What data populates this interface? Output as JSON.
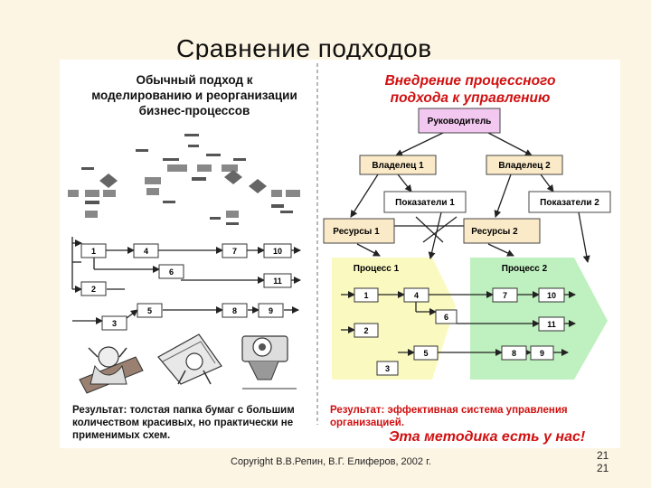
{
  "title": "Сравнение подходов",
  "left": {
    "heading_lines": [
      "Обычный подход к",
      "моделированию и реорганизации",
      "бизнес-процессов"
    ],
    "steps": [
      "1",
      "4",
      "7",
      "10",
      "6",
      "11",
      "2",
      "5",
      "8",
      "9",
      "3"
    ],
    "result_lines": [
      "Результат: толстая папка бумаг с большим",
      "количеством красивых, но практически не",
      "применимых схем."
    ]
  },
  "right": {
    "heading_lines": [
      "Внедрение процессного",
      "подхода к управлению"
    ],
    "manager": "Руководитель",
    "owner1": "Владелец 1",
    "owner2": "Владелец 2",
    "metrics1": "Показатели 1",
    "metrics2": "Показатели 2",
    "resources1": "Ресурсы 1",
    "resources2": "Ресурсы 2",
    "process1": "Процесс 1",
    "process2": "Процесс 2",
    "p1_steps": [
      "1",
      "4",
      "6",
      "2",
      "5",
      "3"
    ],
    "p2_steps": [
      "7",
      "10",
      "11",
      "8",
      "9"
    ],
    "result_lines": [
      "Результат: эффективная система управления",
      "организацией."
    ],
    "slogan": "Эта методика есть у нас!"
  },
  "footer": {
    "copyright": "Copyright В.В.Репин, В.Г. Елиферов, 2002 г.",
    "page_top": "21",
    "page_bottom": "21"
  },
  "colors": {
    "background": "#fdf5e4",
    "manager_fill": "#f3c8f0",
    "owner_fill": "#fbeac8",
    "process1_fill": "#fafac0",
    "process2_fill": "#bff0bf",
    "accent_red": "#d01010"
  }
}
